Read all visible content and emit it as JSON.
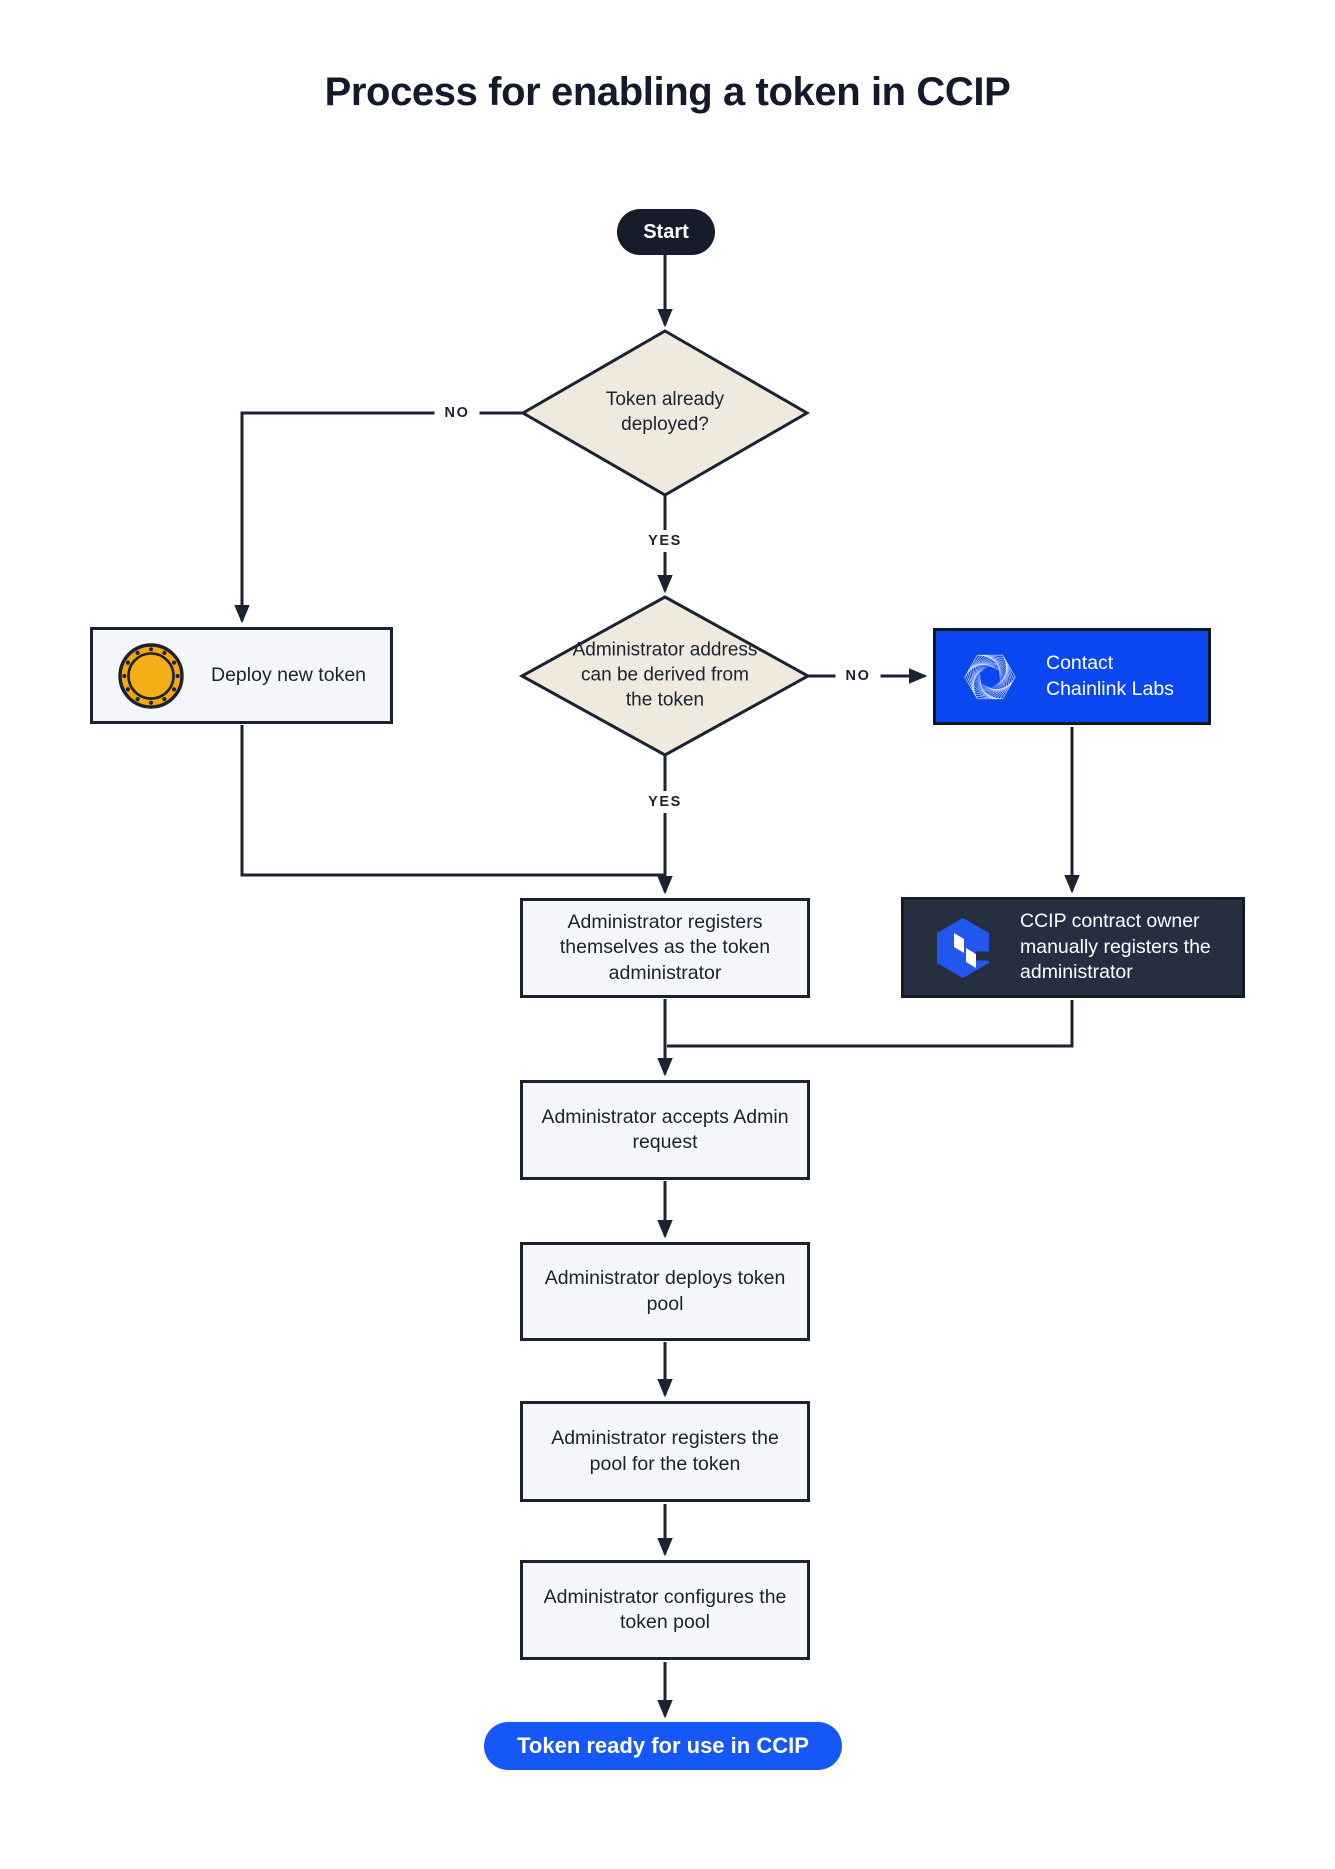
{
  "title": "Process for enabling a token in CCIP",
  "nodes": {
    "start": {
      "label": "Start"
    },
    "token_deployed": {
      "label": "Token already deployed?"
    },
    "deploy_token": {
      "label": "Deploy new token"
    },
    "derive_admin": {
      "label": "Administrator address can be derived from the token"
    },
    "contact_labs": {
      "label": "Contact Chainlink Labs"
    },
    "register_self": {
      "label": "Administrator registers themselves as the token administrator"
    },
    "manual_register": {
      "label": "CCIP contract owner manually registers the administrator"
    },
    "accept_request": {
      "label": "Administrator accepts Admin request"
    },
    "deploy_pool": {
      "label": "Administrator deploys token pool"
    },
    "register_pool": {
      "label": "Administrator registers the pool for the token"
    },
    "configure_pool": {
      "label": "Administrator configures the token pool"
    },
    "token_ready": {
      "label": "Token ready for use in CCIP"
    }
  },
  "branch_labels": {
    "token_deployed_no": "NO",
    "token_deployed_yes": "YES",
    "derive_admin_no": "NO",
    "derive_admin_yes": "YES"
  },
  "icons": {
    "coin": "coin-icon",
    "chainlink_labs": "chainlink-labs-logo-icon",
    "ccip": "ccip-logo-icon"
  },
  "colors": {
    "ink": "#1B2230",
    "diamond_fill": "#F0E9DD",
    "box_fill": "#F4F6FB",
    "contact_blue": "#0B47F0",
    "pill_blue": "#1658F7",
    "dark_panel": "#252F3F",
    "coin_gold": "#F3A713",
    "background": "#FFFFFF"
  }
}
